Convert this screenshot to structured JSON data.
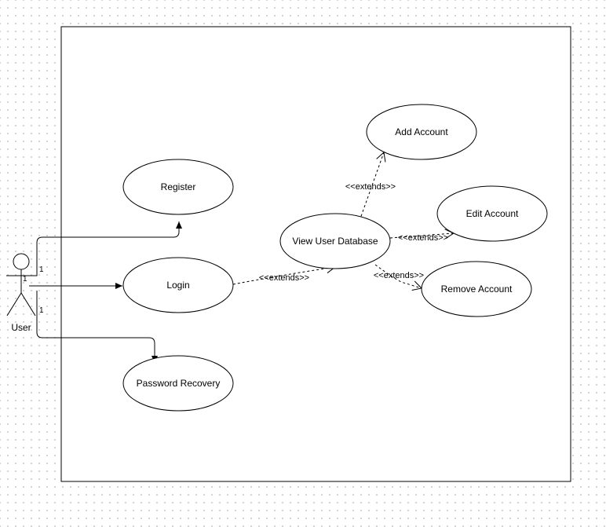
{
  "actor": {
    "name": "User",
    "multiplicities": {
      "register": "1",
      "login": "1",
      "recovery": "1"
    }
  },
  "use_cases": {
    "register": "Register",
    "login": "Login",
    "password_recovery": "Password Recovery",
    "view_user_database": "View User Database",
    "add_account": "Add Account",
    "edit_account": "Edit Account",
    "remove_account": "Remove Account"
  },
  "relations": {
    "login_extends_view": "<<extends>>",
    "view_extends_add": "<<extends>>",
    "view_extends_edit": "<<extends>>",
    "view_extends_remove": "<<extends>>"
  }
}
